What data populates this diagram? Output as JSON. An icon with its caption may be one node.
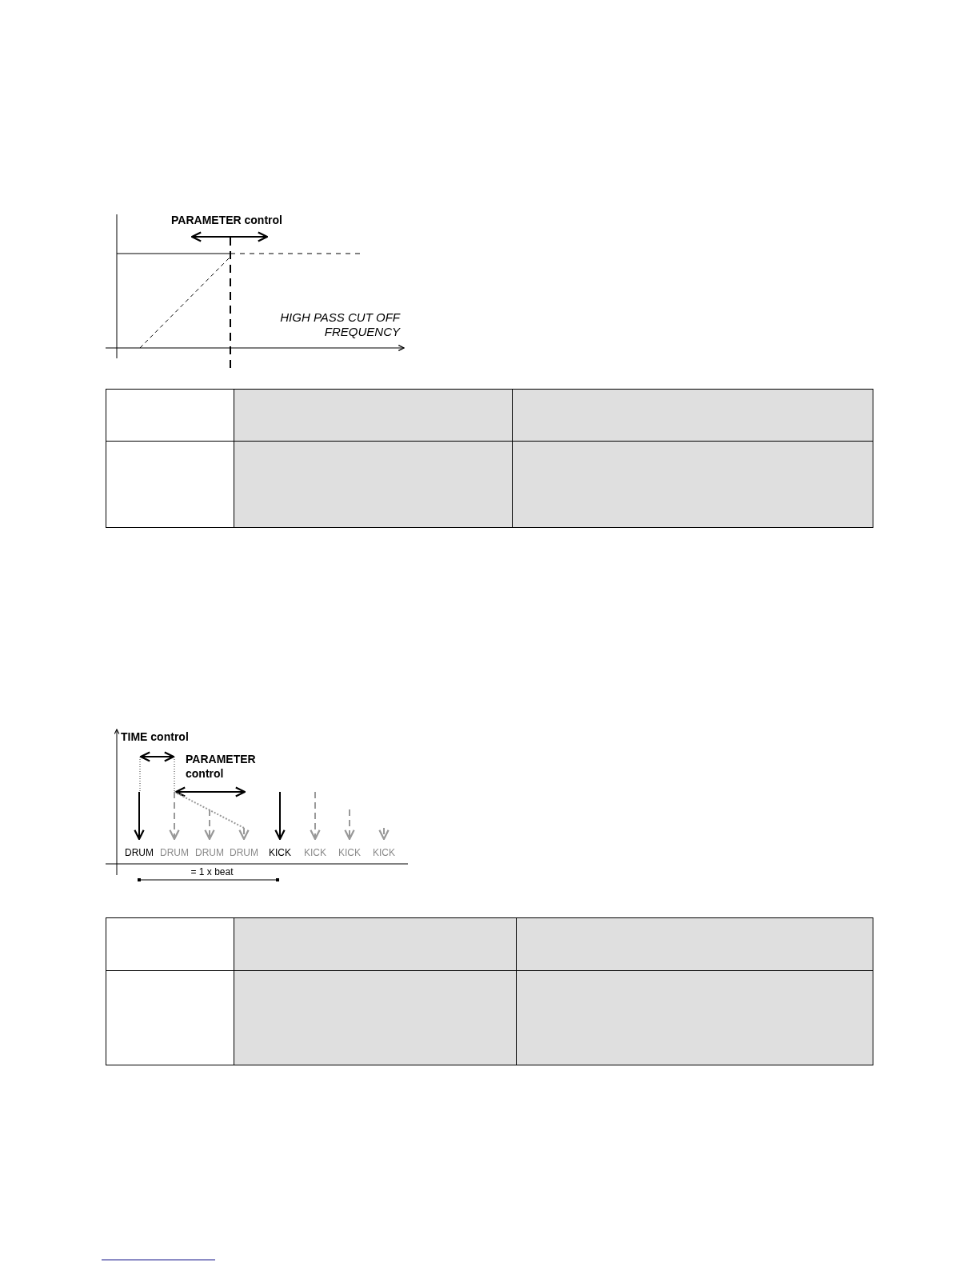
{
  "diagram": {
    "labels": [
      "PARAMETER control",
      "HIGH PASS CUT OFF FREQUENCY",
      "TIME control",
      "PARAMETER control",
      "DRUM",
      "DRUM",
      "DRUM",
      "DRUM",
      "KICK",
      "KICK",
      "KICK",
      "KICK",
      "= 1 x beat"
    ]
  }
}
